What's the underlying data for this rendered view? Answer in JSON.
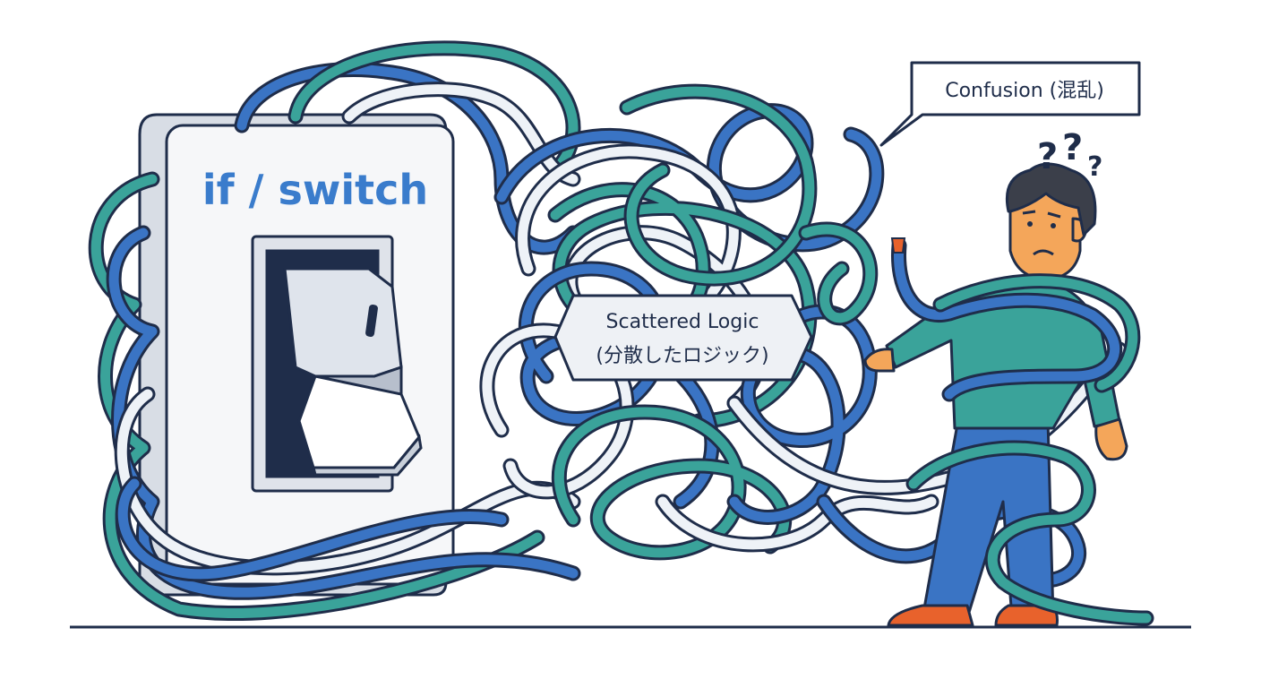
{
  "switch_panel": {
    "label": "if / switch"
  },
  "tangle_label": {
    "line1": "Scattered Logic",
    "line2": "(分散したロジック)"
  },
  "speech_bubble": {
    "text": "Confusion (混乱)"
  },
  "person": {
    "question_marks": [
      "?",
      "?",
      "?"
    ]
  },
  "colors": {
    "outline": "#1f2d4a",
    "wire_blue": "#3a74c4",
    "wire_teal": "#3aa39a",
    "wire_white": "#eef2f7",
    "label_blue": "#3a7ccc",
    "panel_face": "#f6f7f9",
    "panel_side": "#d8dde5",
    "switch_dark": "#1f2d4a",
    "skin": "#f4a65a",
    "hair": "#3b3f4a",
    "shirt": "#3aa39a",
    "pants": "#3a74c4",
    "shoes": "#e8622c"
  }
}
